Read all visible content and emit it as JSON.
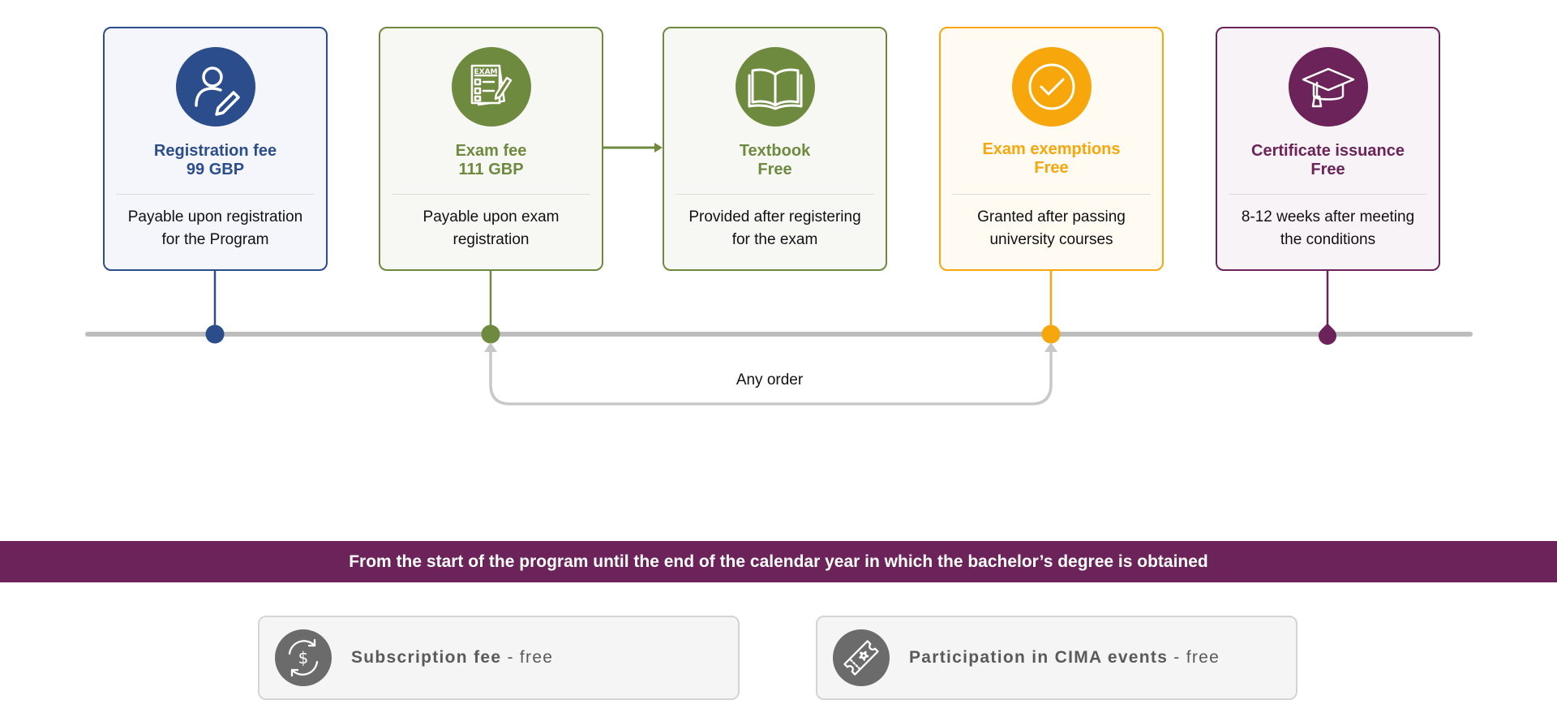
{
  "steps": [
    {
      "title": "Registration fee",
      "price": "99 GBP",
      "desc_line1": "Payable upon registration",
      "desc_line2": "for the Program",
      "icon": "user-edit-icon",
      "color": "#2b4d8c",
      "bg": "#f4f6fb"
    },
    {
      "title": "Exam fee",
      "price": "111 GBP",
      "desc_line1": "Payable upon exam",
      "desc_line2": "registration",
      "icon": "exam-paper-icon",
      "color": "#6e8a3f",
      "bg": "#f7f8f4"
    },
    {
      "title": "Textbook",
      "price": "Free",
      "desc_line1": "Provided after registering",
      "desc_line2": "for the exam",
      "icon": "open-book-icon",
      "color": "#6e8a3f",
      "bg": "#f7f8f4"
    },
    {
      "title": "Exam exemptions",
      "price": "Free",
      "desc_line1": "Granted after passing",
      "desc_line2": "university courses",
      "icon": "checkmark-icon",
      "color": "#f7a60b",
      "bg": "#fffaf2"
    },
    {
      "title": "Certificate issuance",
      "price": "Free",
      "desc_line1": "8-12 weeks after meeting",
      "desc_line2": "the conditions",
      "icon": "graduation-cap-icon",
      "color": "#6b2359",
      "bg": "#f8f3f7"
    }
  ],
  "any_order_label": "Any order",
  "banner_text": "From the start of the program until the end of the calendar year in which the bachelor’s degree is obtained",
  "features": [
    {
      "label": "Subscription fee",
      "suffix": " - free",
      "icon": "dollar-refresh-icon"
    },
    {
      "label": "Participation in CIMA events",
      "suffix": " - free",
      "icon": "ticket-icon"
    }
  ],
  "colors": {
    "timeline": "#bdbdbd",
    "connector": "#c8c8c8",
    "banner": "#6b2359",
    "feature_icon": "#6b6b6b"
  }
}
